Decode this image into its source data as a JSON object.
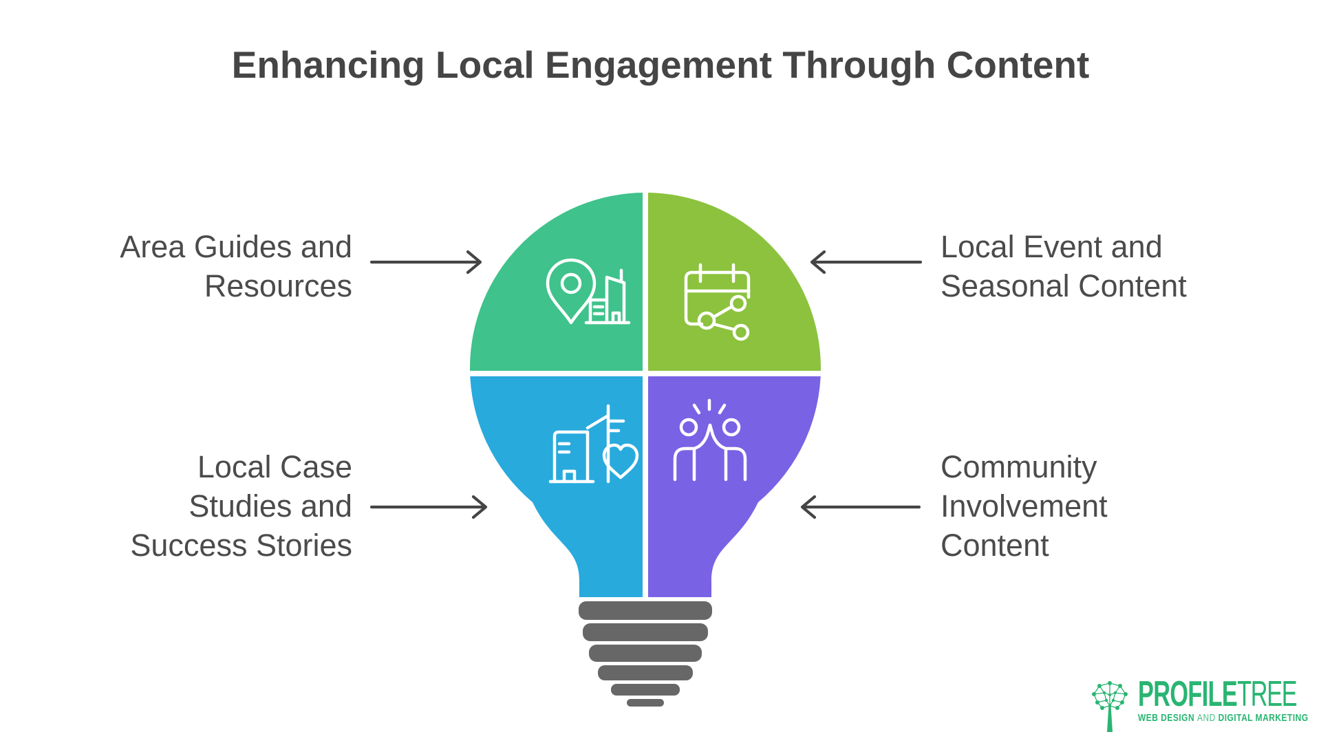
{
  "title": "Enhancing Local Engagement Through Content",
  "quadrants": [
    {
      "name": "area-guides",
      "icon": "map-pin-building-icon",
      "color": "#3fc28b",
      "label_lines": [
        "Area Guides and",
        "Resources"
      ]
    },
    {
      "name": "local-event",
      "icon": "calendar-share-icon",
      "color": "#8cc23e",
      "label_lines": [
        "Local Event and",
        "Seasonal Content"
      ]
    },
    {
      "name": "case-studies",
      "icon": "building-heart-icon",
      "color": "#28aadd",
      "label_lines": [
        "Local Case",
        "Studies and",
        "Success Stories"
      ]
    },
    {
      "name": "community",
      "icon": "high-five-icon",
      "color": "#7a62e5",
      "label_lines": [
        "Community",
        "Involvement",
        "Content"
      ]
    }
  ],
  "bulb": {
    "base_color": "#676767",
    "divider_color": "#ffffff"
  },
  "text_color": "#4b4b4b",
  "arrow_color": "#454545",
  "logo": {
    "brand_primary": "PROFILE",
    "brand_secondary": "TREE",
    "tagline_bold_1": "WEB DESIGN",
    "tagline_light": "AND",
    "tagline_bold_2": "DIGITAL MARKETING",
    "color": "#29b572",
    "icon": "network-tree-icon"
  }
}
